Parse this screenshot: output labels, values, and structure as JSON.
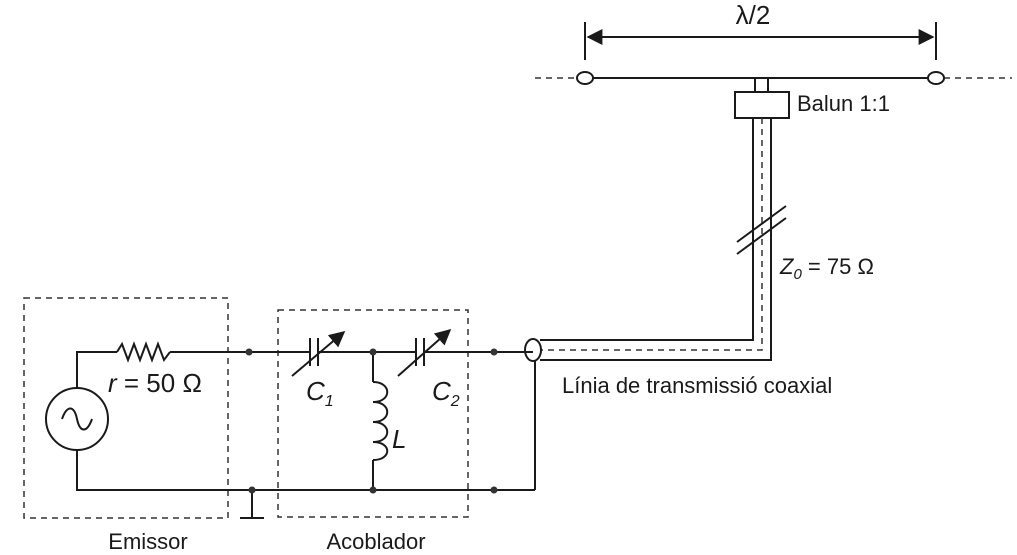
{
  "labels": {
    "half_wave": "λ/2",
    "balun": "Balun 1:1",
    "impedance_z": "Z",
    "impedance_sub": "0",
    "impedance_value": " = 75 Ω",
    "resistor_r": "r",
    "resistor_value": " = 50 Ω",
    "c1": "C",
    "c1_sub": "1",
    "c2": "C",
    "c2_sub": "2",
    "inductor": "L",
    "coax_line": "Línia de transmissió coaxial",
    "emitter": "Emissor",
    "coupler": "Acoblador"
  }
}
